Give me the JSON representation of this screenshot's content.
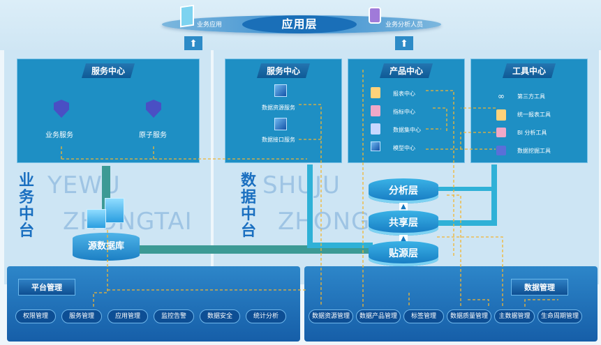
{
  "app_layer": {
    "title": "应用层",
    "left_label": "业务应用",
    "right_label": "业务分析人员"
  },
  "business_platform": {
    "vertical_title": "业务中台",
    "watermark_1": "YEWU",
    "watermark_2": "ZHONGTAI",
    "service_center": {
      "title": "服务中心",
      "items": [
        "业务服务",
        "原子服务"
      ]
    },
    "database": "源数据库"
  },
  "data_platform": {
    "vertical_title": "数据中台",
    "watermark_1": "SHUJU",
    "watermark_2": "ZHONG",
    "service_center": {
      "title": "服务中心",
      "items": [
        "数据资源服务",
        "数据接口服务"
      ]
    },
    "product_center": {
      "title": "产品中心",
      "items": [
        "报表中心",
        "指标中心",
        "数据集中心",
        "模型中心"
      ]
    },
    "tool_center": {
      "title": "工具中心",
      "items": [
        "第三方工具",
        "统一报表工具",
        "BI 分析工具",
        "数据挖掘工具"
      ]
    },
    "layers": [
      "分析层",
      "共享层",
      "贴源层"
    ]
  },
  "platform_management": {
    "title": "平台管理",
    "items": [
      "权限管理",
      "服务管理",
      "应用管理",
      "监控告警",
      "数据安全",
      "统计分析"
    ]
  },
  "data_management": {
    "title": "数据管理",
    "items": [
      "数据资源管理",
      "数据产品管理",
      "标签管理",
      "数据质量管理",
      "主数据管理",
      "生命周期管理"
    ]
  },
  "colors": {
    "accent": "#1e8fc4",
    "dashed_line": "#f2b531",
    "pipe": "#2fb1d7"
  }
}
